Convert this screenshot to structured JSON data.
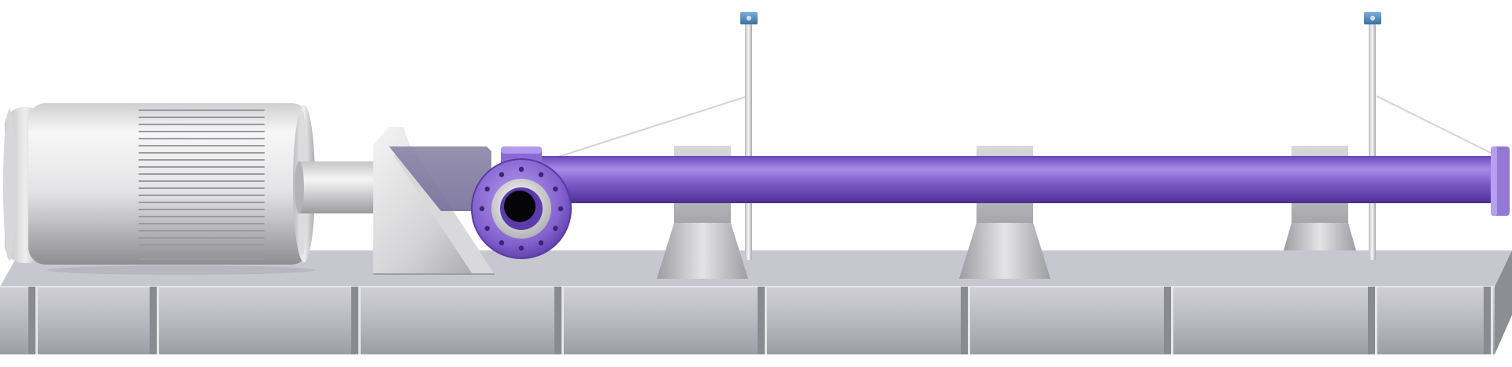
{
  "scene": {
    "subject": "progressive-cavity-pump-assembly",
    "components": [
      "electric-motor",
      "drive-shaft",
      "bearing-housing",
      "suction-flange",
      "rotor-stator-tube",
      "tube-supports",
      "guy-wire-masts",
      "skid-base"
    ],
    "support_count": 3,
    "mast_count": 2,
    "flange_bolt_count": 12
  },
  "colors": {
    "pipe_main": "#7b59c7",
    "pipe_highlight": "#a78be6",
    "pipe_shadow": "#4b2f93",
    "flange_face": "#8c6ad6",
    "steel_light": "#f2f2f2",
    "steel_mid": "#c9c9cb",
    "steel_dark": "#8f8f92",
    "base_top": "#c4c4cc",
    "base_front": "#aeaeb6",
    "mast_cap": "#4f86b8"
  }
}
